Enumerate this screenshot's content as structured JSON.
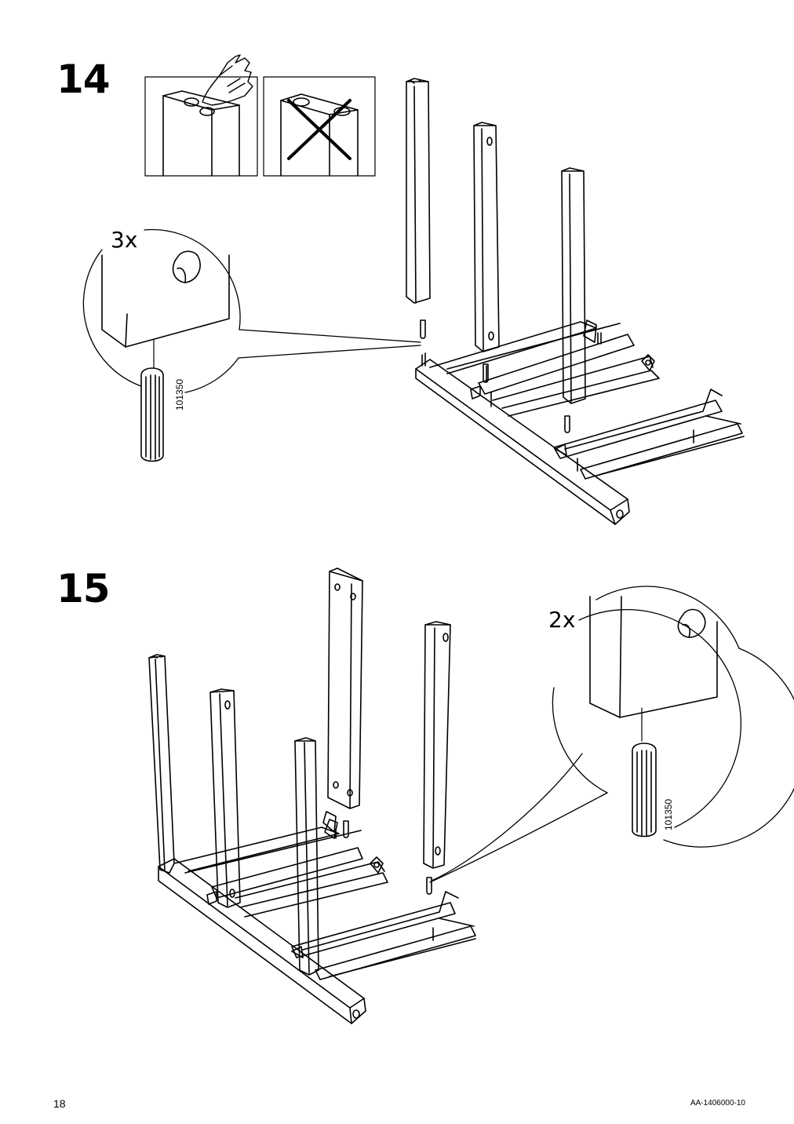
{
  "steps": [
    {
      "number": "14",
      "quantity": "3x",
      "part_number": "101350"
    },
    {
      "number": "15",
      "quantity": "2x",
      "part_number": "101350"
    }
  ],
  "footer": {
    "page_number": "18",
    "document_code": "AA-1406000-10"
  },
  "icons": [
    "pointing-hand-icon",
    "cross-mark-icon"
  ]
}
